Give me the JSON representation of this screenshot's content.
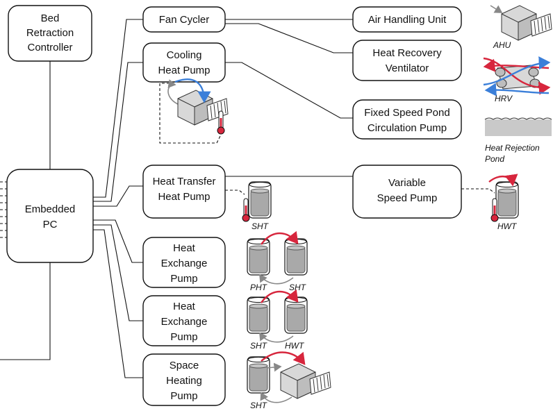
{
  "diagram": {
    "controller": {
      "line1": "Bed",
      "line2": "Retraction",
      "line3": "Controller"
    },
    "pc": {
      "line1": "Embedded",
      "line2": "PC"
    },
    "fan_cycler": {
      "line1": "Fan Cycler"
    },
    "cooling_heat_pump": {
      "line1": "Cooling",
      "line2": "Heat Pump"
    },
    "air_handling_unit": {
      "line1": "Air Handling Unit"
    },
    "heat_recovery_ventilator": {
      "line1": "Heat Recovery",
      "line2": "Ventilator"
    },
    "fixed_speed_pond_pump": {
      "line1": "Fixed Speed Pond",
      "line2": "Circulation Pump"
    },
    "heat_transfer_heat_pump": {
      "line1": "Heat Transfer",
      "line2": "Heat Pump"
    },
    "variable_speed_pump": {
      "line1": "Variable",
      "line2": "Speed Pump"
    },
    "heat_exchange_pump_1": {
      "line1": "Heat",
      "line2": "Exchange",
      "line3": "Pump"
    },
    "heat_exchange_pump_2": {
      "line1": "Heat",
      "line2": "Exchange",
      "line3": "Pump"
    },
    "space_heating_pump": {
      "line1": "Space",
      "line2": "Heating",
      "line3": "Pump"
    },
    "captions": {
      "ahu": "AHU",
      "hrv": "HRV",
      "pond_line1": "Heat Rejection",
      "pond_line2": "Pond",
      "sht_heat_transfer": "SHT",
      "hwt_variable": "HWT",
      "pht_exchange1": "PHT",
      "sht_exchange1": "SHT",
      "sht_exchange2": "SHT",
      "hwt_exchange2": "HWT",
      "sht_space": "SHT"
    }
  }
}
